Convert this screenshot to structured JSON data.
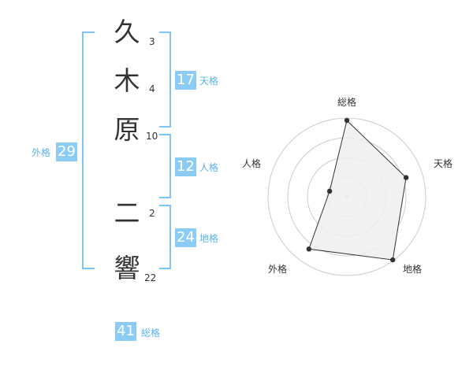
{
  "name": {
    "characters": [
      {
        "char": "久",
        "strokes": "3"
      },
      {
        "char": "木",
        "strokes": "4"
      },
      {
        "char": "原",
        "strokes": "10"
      },
      {
        "char": "二",
        "strokes": "2"
      },
      {
        "char": "響",
        "strokes": "22"
      }
    ]
  },
  "fortunes": {
    "tenkaku": {
      "value": "17",
      "label": "天格"
    },
    "jinkaku": {
      "value": "12",
      "label": "人格"
    },
    "chikaku": {
      "value": "24",
      "label": "地格"
    },
    "gaikaku": {
      "value": "29",
      "label": "外格"
    },
    "soukaku": {
      "value": "41",
      "label": "総格"
    }
  },
  "chart_data": {
    "type": "radar",
    "axes": [
      "総格",
      "天格",
      "地格",
      "外格",
      "人格"
    ],
    "values": [
      0.97,
      0.79,
      0.99,
      0.82,
      0.23
    ],
    "range": [
      0,
      1
    ],
    "rings": 4,
    "colors": {
      "fill": "#efefef",
      "line": "#333333",
      "grid": "#cccccc",
      "point": "#333333"
    }
  }
}
